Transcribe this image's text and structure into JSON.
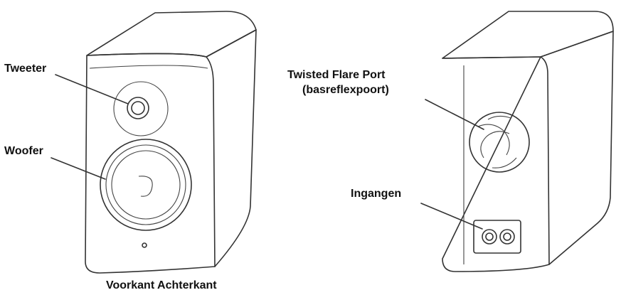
{
  "labels": {
    "tweeter": "Tweeter",
    "woofer": "Woofer",
    "port_line1": "Twisted Flare Port",
    "port_line2": "(basreflexpoort)",
    "inputs": "Ingangen",
    "caption": "Voorkant Achterkant"
  },
  "colors": {
    "line": "#333333",
    "text": "#111111",
    "background": "#ffffff"
  }
}
